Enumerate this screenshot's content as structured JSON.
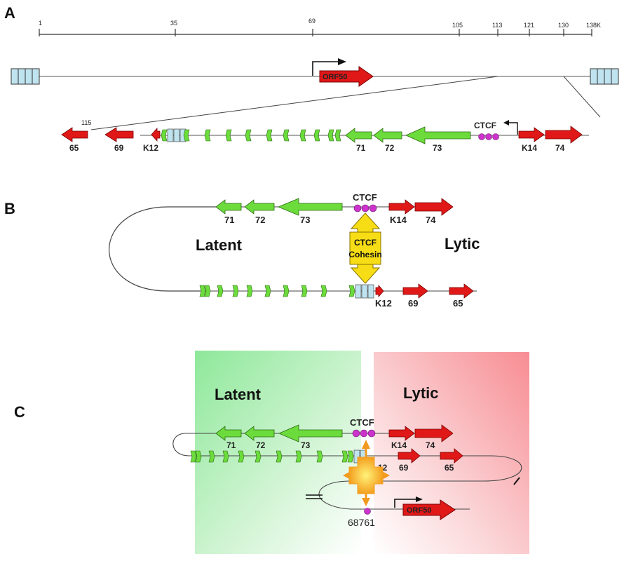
{
  "panels": {
    "a": "A",
    "b": "B",
    "c": "C"
  },
  "scale": {
    "ticks": [
      "1",
      "35",
      "69",
      "105",
      "113",
      "121",
      "130",
      "138K"
    ]
  },
  "genes": {
    "orf50": "ORF50",
    "g65": "65",
    "g69": "69",
    "k12": "K12",
    "g71": "71",
    "g72": "72",
    "g73": "73",
    "k14": "K14",
    "g74": "74",
    "k12_partial": "12"
  },
  "labels": {
    "start_115": "115",
    "ctcf": "CTCF",
    "latent": "Latent",
    "lytic": "Lytic",
    "cohesin_line1": "CTCF",
    "cohesin_line2": "Cohesin",
    "site_68761": "68761"
  },
  "colors": {
    "green": "#6cdc3c",
    "red": "#e01818",
    "purple": "#cc33cc",
    "terminal": "#bfe3ef",
    "yellow": "#f7dd15"
  }
}
